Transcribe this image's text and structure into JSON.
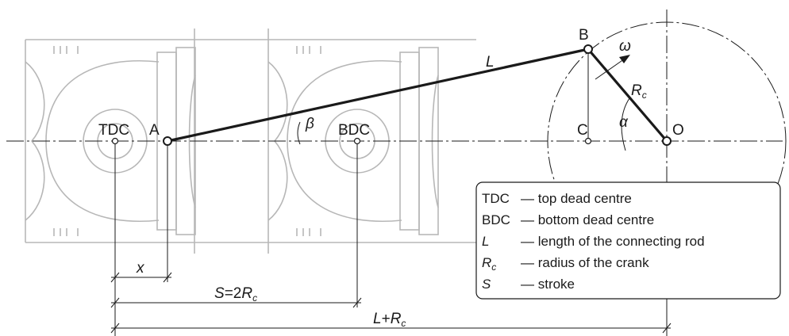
{
  "points": {
    "tdc": "TDC",
    "a": "A",
    "bdc": "BDC",
    "b": "B",
    "c": "C",
    "o": "O"
  },
  "symbols": {
    "rod_length": "L",
    "beta": "β",
    "alpha": "α",
    "omega": "ω",
    "crank_radius": "R",
    "crank_radius_sub": "c"
  },
  "dimensions": {
    "x": "x",
    "stroke": {
      "prefix": "S",
      "eq": "=2",
      "var": "R",
      "sub": "c"
    },
    "total": {
      "prefix": "L",
      "plus": "+",
      "var": "R",
      "sub": "c"
    }
  },
  "legend": {
    "items": [
      {
        "sym": "TDC",
        "sub": "",
        "italic": false,
        "text": "— top dead centre"
      },
      {
        "sym": "BDC",
        "sub": "",
        "italic": false,
        "text": "— bottom dead centre"
      },
      {
        "sym": "L",
        "sub": "",
        "italic": true,
        "text": "— length of the connecting rod"
      },
      {
        "sym": "R",
        "sub": "c",
        "italic": true,
        "text": "— radius of the crank"
      },
      {
        "sym": "S",
        "sub": "",
        "italic": true,
        "text": "— stroke"
      }
    ]
  }
}
